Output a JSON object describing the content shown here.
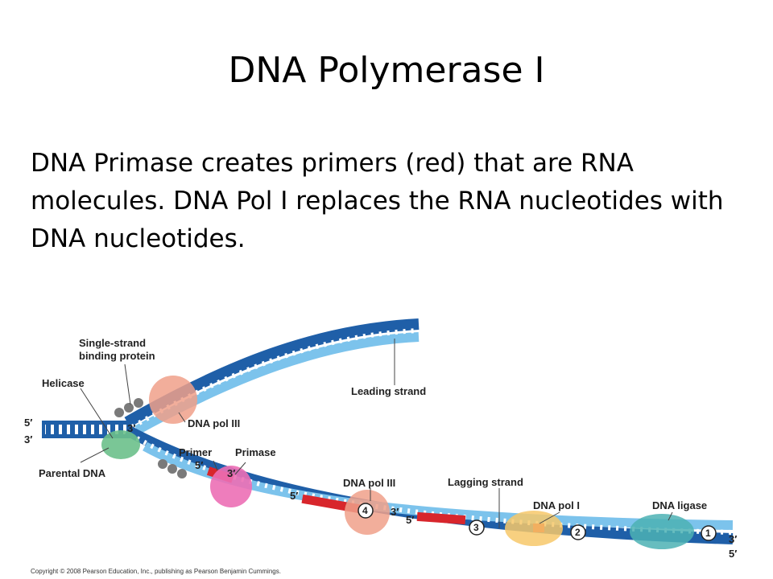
{
  "slide": {
    "title": "DNA Polymerase I",
    "body": "DNA Primase creates primers (red) that are RNA molecules. DNA Pol I replaces the RNA nucleotides with DNA nucleotides."
  },
  "figure": {
    "labels": {
      "ssb_line1": "Single-strand",
      "ssb_line2": "binding protein",
      "helicase": "Helicase",
      "leading": "Leading strand",
      "pol3_top": "DNA pol III",
      "primer": "Primer",
      "primase": "Primase",
      "parental": "Parental DNA",
      "pol3_bottom": "DNA pol III",
      "lagging": "Lagging strand",
      "pol1": "DNA pol I",
      "ligase": "DNA ligase"
    },
    "ends": {
      "left_5": "5′",
      "left_3": "3′",
      "right_3": "3′",
      "right_5": "5′",
      "three_prime_a": "3′",
      "five_prime_primer": "5′",
      "three_prime_primer": "3′",
      "five_prime_frag": "5′",
      "three_prime_b": "3′",
      "five_prime_b": "5′"
    },
    "steps": [
      "1",
      "2",
      "3",
      "4"
    ],
    "colors": {
      "dark_strand": "#1f5fa8",
      "light_strand": "#7cc3ec",
      "rna_primer": "#d8262c",
      "pol3": "#f0a08a",
      "helicase": "#6cc08b",
      "primase": "#ec6fb5",
      "pol1": "#f7c86a",
      "ligase": "#4cb1b4",
      "ssb": "#7a7a7a"
    },
    "copyright": "Copyright © 2008 Pearson Education, Inc., publishing as Pearson Benjamin Cummings."
  }
}
